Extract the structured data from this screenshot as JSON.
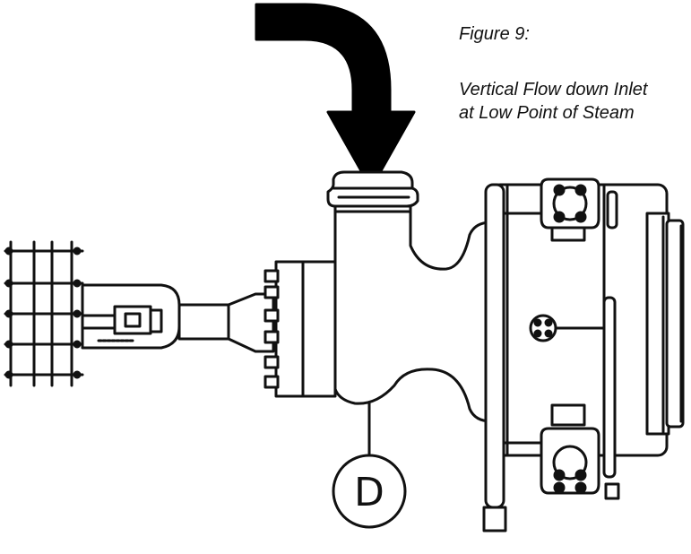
{
  "figure": {
    "title": "Figure 9:",
    "description_line1": "Vertical Flow down Inlet",
    "description_line2": "at Low Point of Steam"
  },
  "callout": {
    "label": "D"
  },
  "colors": {
    "stroke": "#111111",
    "arrow": "#000000",
    "background": "#ffffff"
  }
}
